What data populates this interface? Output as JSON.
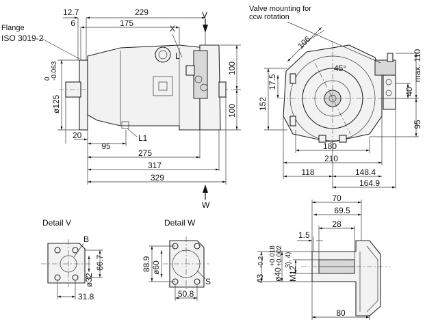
{
  "side_view": {
    "flange_label": "Flange",
    "flange_std": "ISO 3019-2",
    "dims": {
      "d12_7": "12.7",
      "d229": "229",
      "d6": "6",
      "d175": "175",
      "x_label": "X",
      "v_label": "V",
      "l_label": "L",
      "d100_top": "100",
      "d100_bot": "100",
      "d_shaft_base": "ø125",
      "d_shaft_tol_upper": "0",
      "d_shaft_tol_lower": "-0.063",
      "d20": "20",
      "d95": "95",
      "l1_label": "L1",
      "d275": "275",
      "d317": "317",
      "d329": "329",
      "w_label": "W"
    }
  },
  "front_view": {
    "note_line1": "Valve mounting for",
    "note_line2": "ccw rotation",
    "dims": {
      "d106": "106",
      "d45": "45°",
      "d17_5": "17.5",
      "d152": "152",
      "d110": "max. 110",
      "d40": "40",
      "d95": "95",
      "d180": "180",
      "d210": "210",
      "d118": "118",
      "d148_4": "148.4",
      "d164_9": "164.9"
    }
  },
  "detail_v": {
    "title": "Detail V",
    "b_label": "B",
    "d66_7": "66.7",
    "d32": "ø32",
    "d31_8": "31.8"
  },
  "detail_w": {
    "title": "Detail W",
    "d88_9": "88.9",
    "d60": "ø60",
    "s_label": "S",
    "d50_8": "50.8"
  },
  "shaft_detail": {
    "d70": "70",
    "d69_5": "69.5",
    "d28": "28",
    "d1_5": "1.5",
    "d43": "43",
    "d43_tol": "-0.2",
    "d40": "ø40",
    "d40_tol_upper": "+0.018",
    "d40_tol_lower": "+0.002",
    "m12": "M12",
    "m12_sup": "3), 4)",
    "d80": "80"
  }
}
